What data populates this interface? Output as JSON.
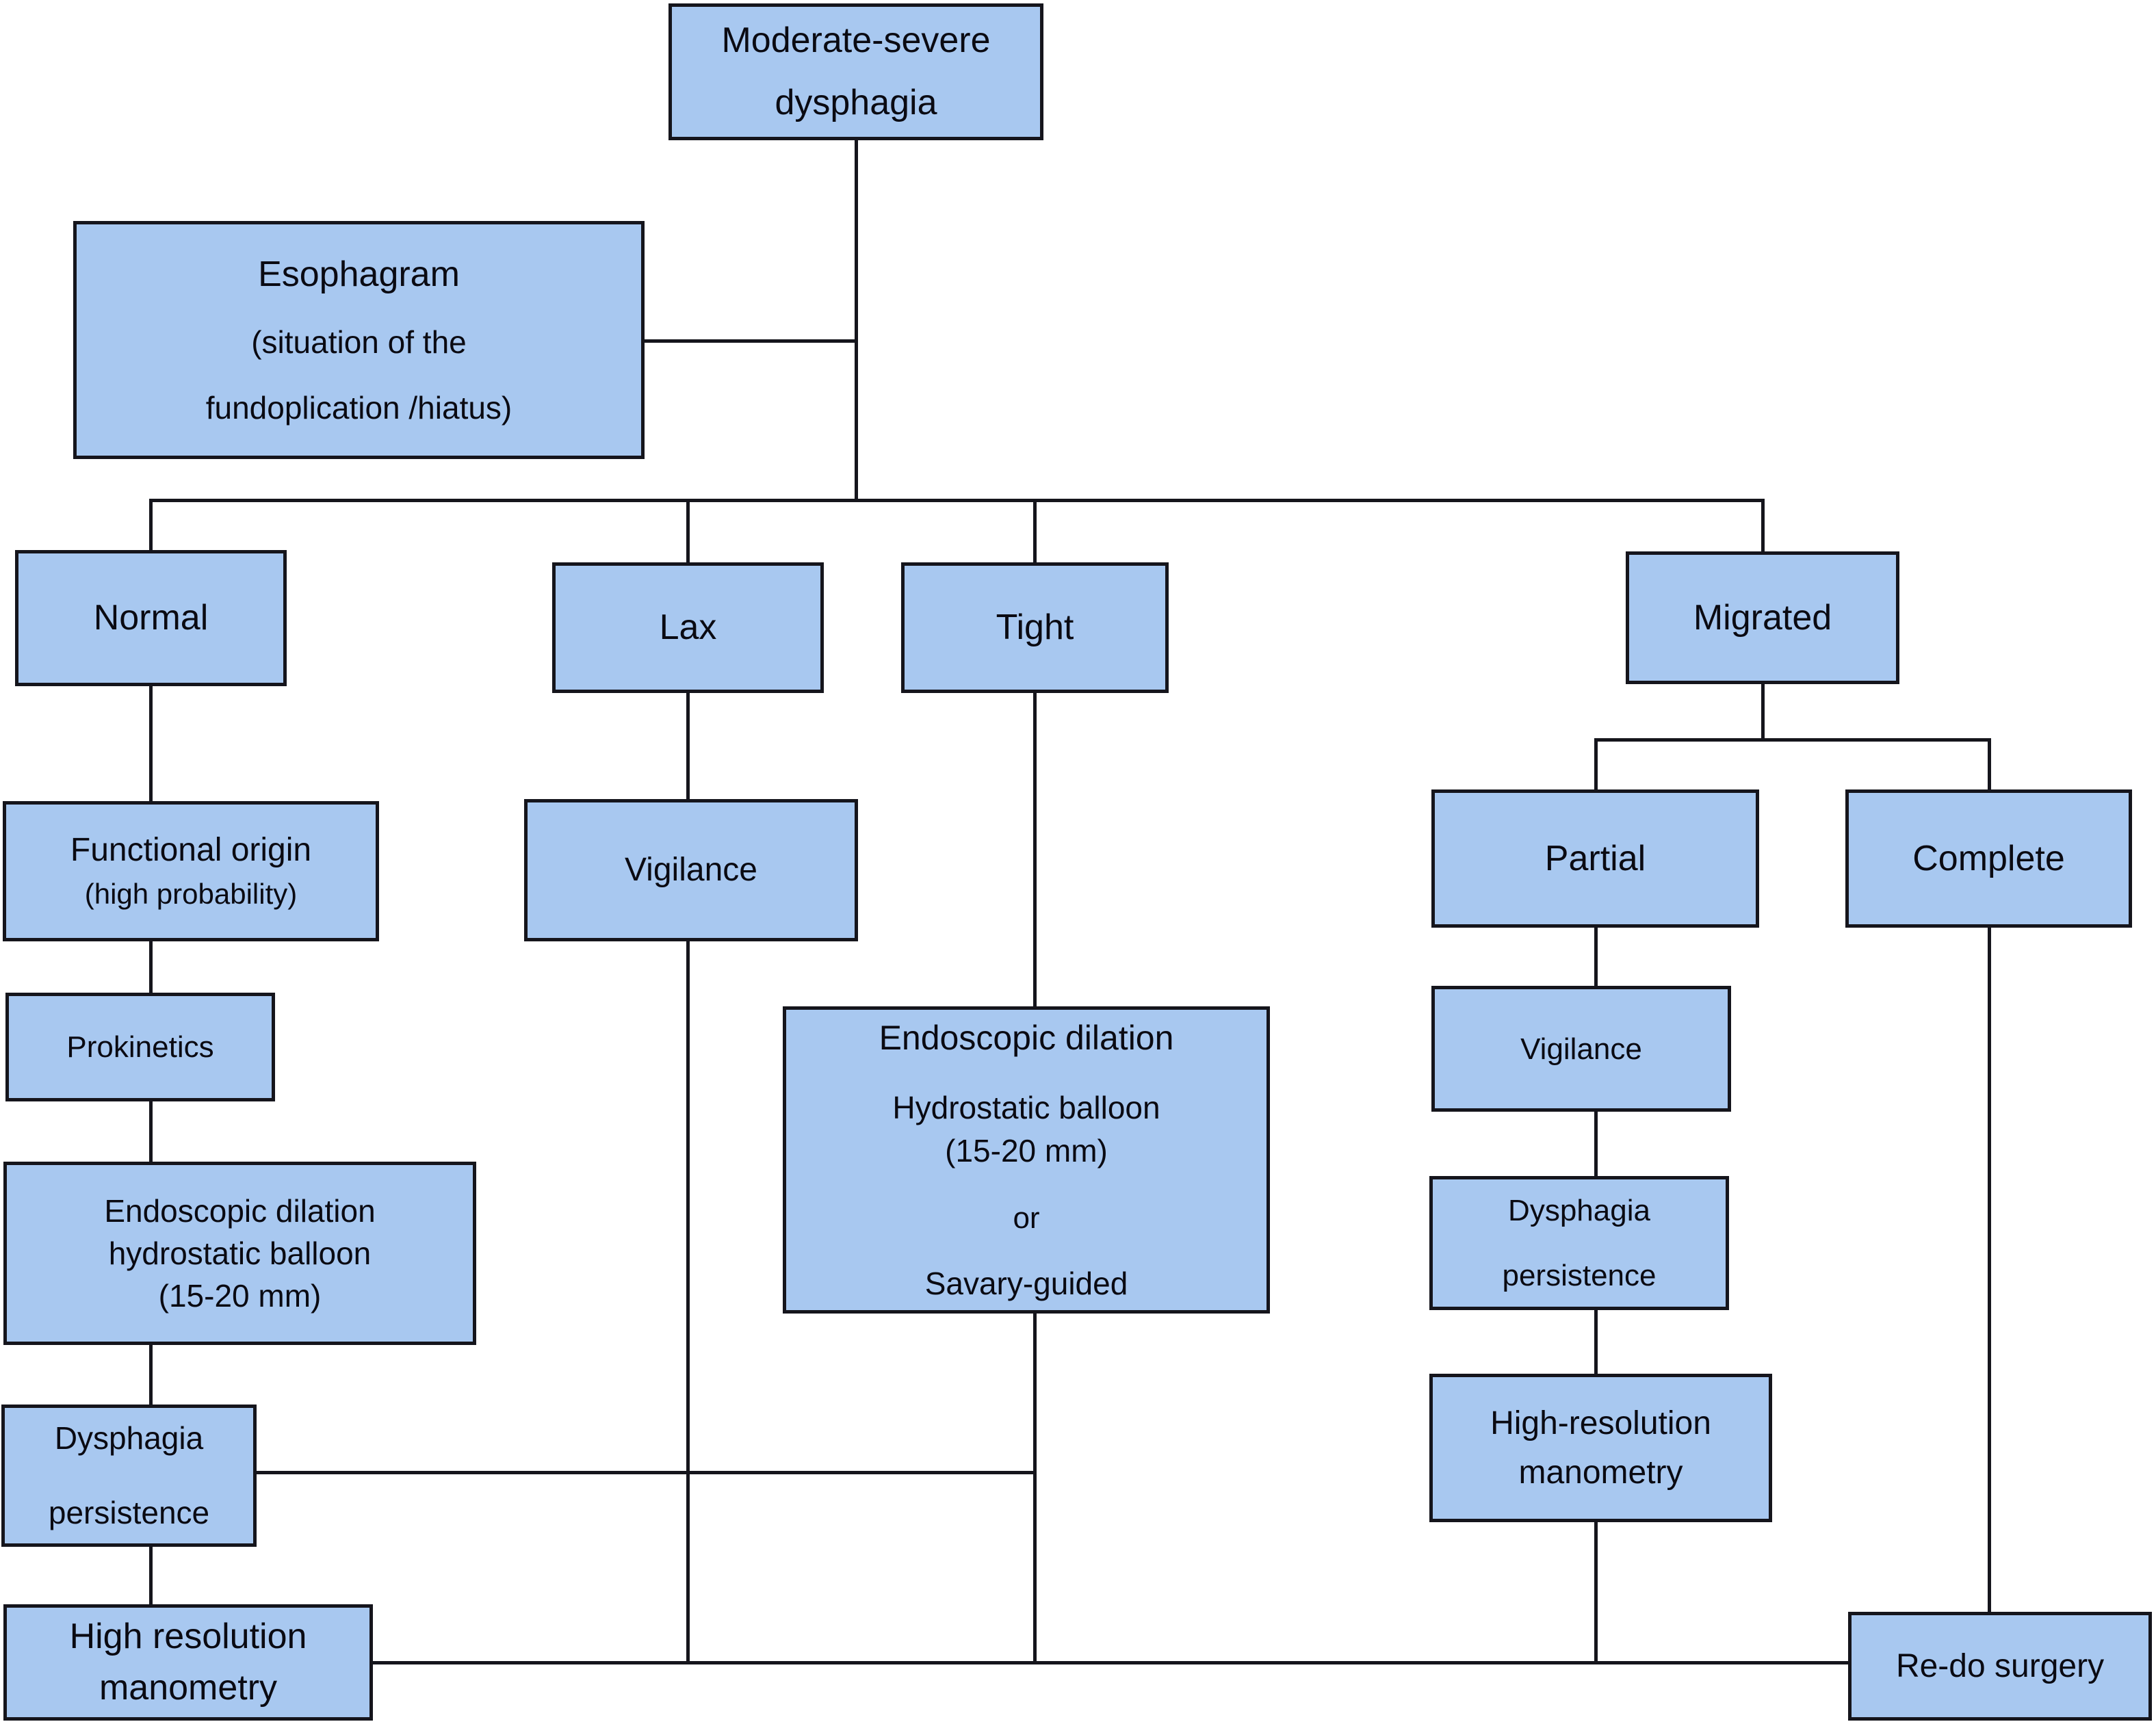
{
  "figure": {
    "type": "flowchart",
    "colors": {
      "node_fill": "#a8c8f0",
      "node_border": "#15151c",
      "text": "#0a0a12",
      "background": "#ffffff"
    }
  },
  "nodes": {
    "moderate_severe_dysphagia": {
      "line1": "Moderate-severe",
      "line2": "dysphagia"
    },
    "esophagram": {
      "title": "Esophagram",
      "line2": "(situation of the",
      "line3": "fundoplication /hiatus)"
    },
    "normal": {
      "label": "Normal"
    },
    "lax": {
      "label": "Lax"
    },
    "tight": {
      "label": "Tight"
    },
    "migrated": {
      "label": "Migrated"
    },
    "functional_origin": {
      "line1": "Functional origin",
      "line2": "(high probability)"
    },
    "vigilance_lax": {
      "label": "Vigilance"
    },
    "prokinetics": {
      "label": "Prokinetics"
    },
    "endoscopic_dilation_left": {
      "line1": "Endoscopic dilation",
      "line2": "hydrostatic balloon",
      "line3": "(15-20 mm)"
    },
    "dysphagia_persistence_left": {
      "line1": "Dysphagia",
      "line2": "persistence"
    },
    "high_resolution_manometry_left": {
      "line1": "High resolution",
      "line2": "manometry"
    },
    "endoscopic_dilation_tight": {
      "title": "Endoscopic dilation",
      "line2": "Hydrostatic balloon",
      "line3": "(15-20 mm)",
      "line4": "or",
      "line5": "Savary-guided"
    },
    "partial": {
      "label": "Partial"
    },
    "complete": {
      "label": "Complete"
    },
    "vigilance_partial": {
      "label": "Vigilance"
    },
    "dysphagia_persistence_partial": {
      "line1": "Dysphagia",
      "line2": "persistence"
    },
    "high_resolution_manometry_partial": {
      "line1": "High-resolution",
      "line2": "manometry"
    },
    "redo_surgery": {
      "label": "Re-do surgery"
    }
  }
}
